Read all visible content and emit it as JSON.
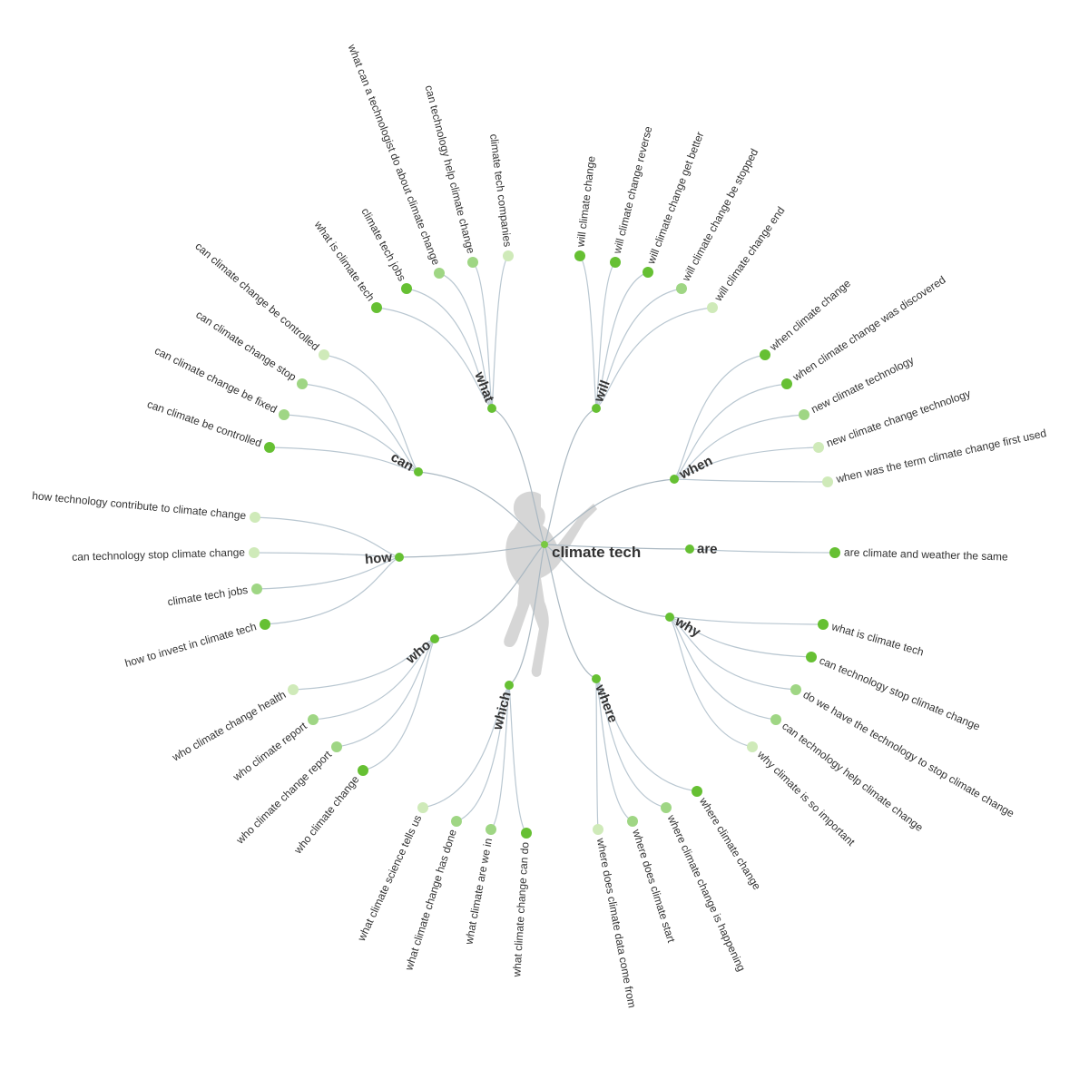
{
  "center": {
    "label": "climate tech",
    "color": "#7ac943"
  },
  "colors": {
    "strong": "#66c033",
    "medium": "#9fd684",
    "light": "#cfeab9",
    "line": "#b9c7d1"
  },
  "branches": [
    {
      "label": "what",
      "leaves": [
        {
          "text": "what is climate tech",
          "level": "strong"
        },
        {
          "text": "climate tech jobs",
          "level": "strong"
        },
        {
          "text": "what can a technologist do about climate change",
          "level": "medium"
        },
        {
          "text": "can technology help climate change",
          "level": "medium"
        },
        {
          "text": "climate tech companies",
          "level": "light"
        }
      ]
    },
    {
      "label": "will",
      "leaves": [
        {
          "text": "will climate change",
          "level": "strong"
        },
        {
          "text": "will climate change reverse",
          "level": "strong"
        },
        {
          "text": "will climate change get better",
          "level": "strong"
        },
        {
          "text": "will climate change be stopped",
          "level": "medium"
        },
        {
          "text": "will climate change end",
          "level": "light"
        }
      ]
    },
    {
      "label": "when",
      "leaves": [
        {
          "text": "when climate change",
          "level": "strong"
        },
        {
          "text": "when climate change was discovered",
          "level": "strong"
        },
        {
          "text": "new climate technology",
          "level": "medium"
        },
        {
          "text": "new climate change technology",
          "level": "light"
        },
        {
          "text": "when was the term climate change first used",
          "level": "light"
        }
      ]
    },
    {
      "label": "are",
      "leaves": [
        {
          "text": "are climate and weather the same",
          "level": "strong"
        }
      ]
    },
    {
      "label": "why",
      "leaves": [
        {
          "text": "what is climate tech",
          "level": "strong"
        },
        {
          "text": "can technology stop climate change",
          "level": "strong"
        },
        {
          "text": "do we have the technology to stop climate change",
          "level": "medium"
        },
        {
          "text": "can technology help climate change",
          "level": "medium"
        },
        {
          "text": "why climate is so important",
          "level": "light"
        }
      ]
    },
    {
      "label": "where",
      "leaves": [
        {
          "text": "where climate change",
          "level": "strong"
        },
        {
          "text": "where climate change is happening",
          "level": "medium"
        },
        {
          "text": "where does climate start",
          "level": "medium"
        },
        {
          "text": "where does climate data come from",
          "level": "light"
        }
      ]
    },
    {
      "label": "which",
      "leaves": [
        {
          "text": "what climate change can do",
          "level": "strong"
        },
        {
          "text": "what climate are we in",
          "level": "medium"
        },
        {
          "text": "what climate change has done",
          "level": "medium"
        },
        {
          "text": "what climate science tells us",
          "level": "light"
        }
      ]
    },
    {
      "label": "who",
      "leaves": [
        {
          "text": "who climate change",
          "level": "strong"
        },
        {
          "text": "who climate change report",
          "level": "medium"
        },
        {
          "text": "who climate report",
          "level": "medium"
        },
        {
          "text": "who climate change health",
          "level": "light"
        }
      ]
    },
    {
      "label": "how",
      "leaves": [
        {
          "text": "how to invest in climate tech",
          "level": "strong"
        },
        {
          "text": "climate tech jobs",
          "level": "medium"
        },
        {
          "text": "can technology stop climate change",
          "level": "light"
        },
        {
          "text": "how technology contribute to climate change",
          "level": "light"
        }
      ]
    },
    {
      "label": "can",
      "leaves": [
        {
          "text": "can climate be controlled",
          "level": "strong"
        },
        {
          "text": "can climate change be fixed",
          "level": "medium"
        },
        {
          "text": "can climate change stop",
          "level": "medium"
        },
        {
          "text": "can climate change be controlled",
          "level": "light"
        }
      ]
    }
  ]
}
